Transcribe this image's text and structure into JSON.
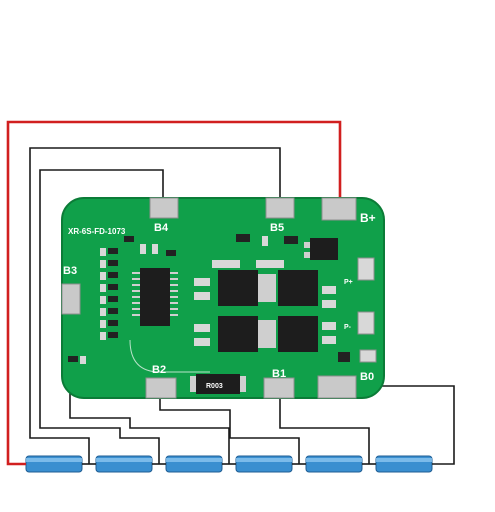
{
  "board": {
    "model": "XR-6S-FD-1073",
    "color": "#10a04a",
    "pads": [
      "B4",
      "B5",
      "B+",
      "B3",
      "B2",
      "B1",
      "B0"
    ],
    "side_labels": [
      "P+",
      "P-"
    ],
    "resistor_marking": "R003"
  },
  "cells": {
    "count": 6,
    "color": "#3a8fd0"
  },
  "wires": {
    "positive_color": "#d11f1f",
    "balance_color": "#1a1a1a"
  }
}
